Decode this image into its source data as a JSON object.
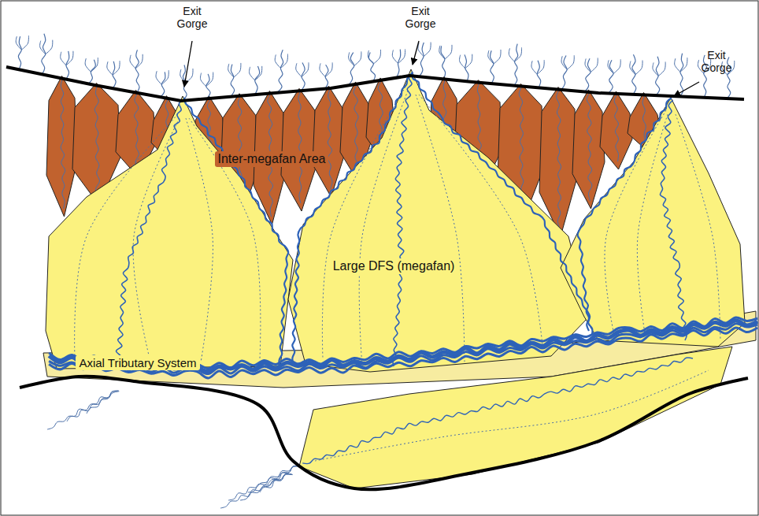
{
  "diagram": {
    "labels": [
      "Exit Gorge",
      "Exit Gorge",
      "Exit Gorge",
      "Inter-megafan Area",
      "Large DFS (megafan)",
      "Axial Tributary System"
    ]
  }
}
